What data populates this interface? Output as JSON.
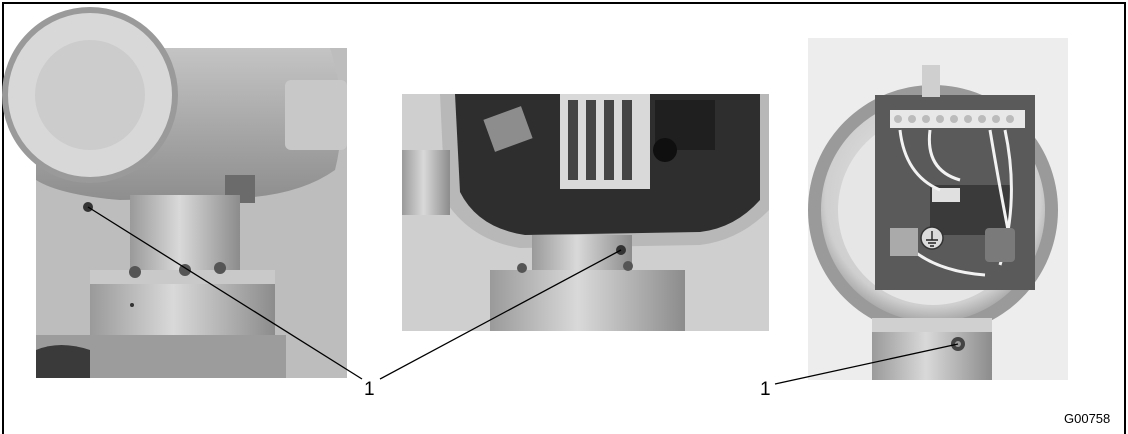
{
  "figure": {
    "callout_left": "1",
    "callout_right": "1",
    "figure_code": "G00758"
  },
  "photos": [
    {
      "name": "photo-housing-exterior",
      "icon": "screw-icon"
    },
    {
      "name": "photo-housing-open-terminals",
      "icon": "screw-icon"
    },
    {
      "name": "photo-housing-top-view",
      "icon": "screw-icon"
    }
  ],
  "colors": {
    "border": "#000000",
    "leader": "#000000",
    "metal_light": "#d6d6d6",
    "metal_mid": "#a8a8a8",
    "metal_dark": "#4a4a4a"
  }
}
